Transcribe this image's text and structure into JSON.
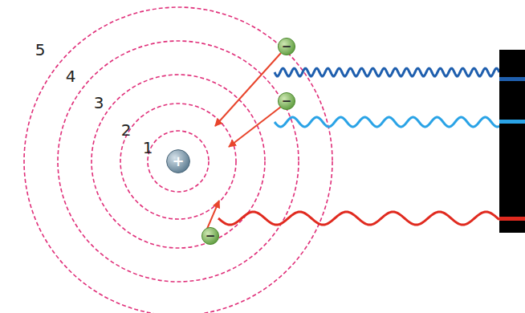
{
  "diagram": {
    "nodes": [
      {
        "text": [
          "+"
        ]
      },
      {
        "text": [
          "−"
        ]
      },
      {
        "text": [
          "−"
        ]
      },
      {
        "text": [
          "−"
        ]
      }
    ],
    "labels": [
      "5",
      "4",
      "3",
      "2",
      "1"
    ]
  }
}
